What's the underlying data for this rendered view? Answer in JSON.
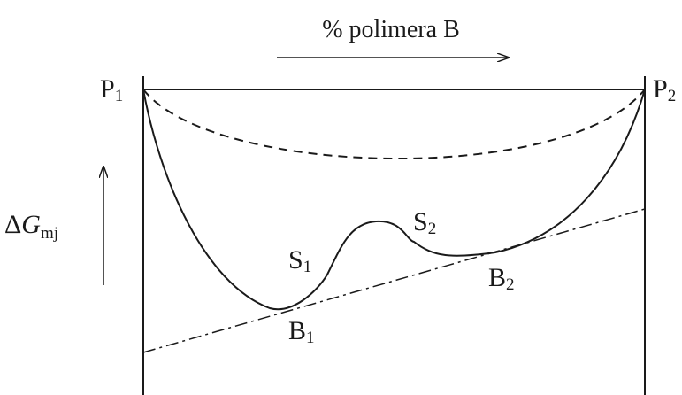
{
  "axis_label_top": "% polimera B",
  "ylabel": {
    "delta": "Δ",
    "symbol": "G",
    "subscript": "mj"
  },
  "points": {
    "P1": {
      "base": "P",
      "sub": "1"
    },
    "P2": {
      "base": "P",
      "sub": "2"
    },
    "S1": {
      "base": "S",
      "sub": "1"
    },
    "S2": {
      "base": "S",
      "sub": "2"
    },
    "B1": {
      "base": "B",
      "sub": "1"
    },
    "B2": {
      "base": "B",
      "sub": "2"
    }
  },
  "colors": {
    "ink": "#1a1a1a"
  }
}
